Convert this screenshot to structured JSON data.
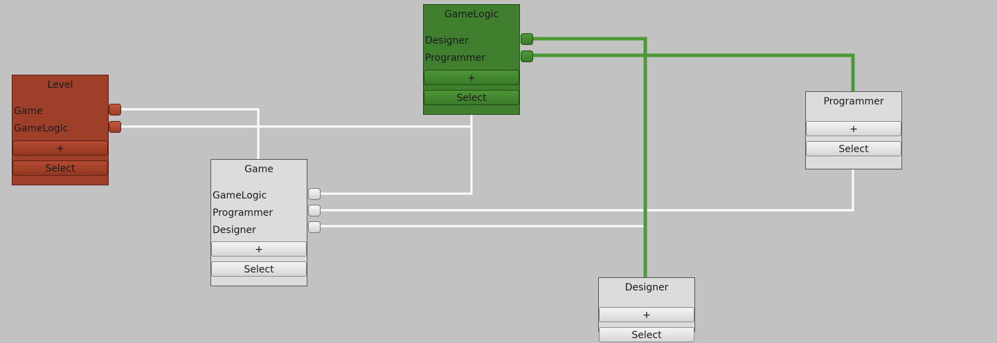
{
  "colors": {
    "background": "#c2c2c2",
    "wire_white": "#ffffff",
    "wire_green": "#4d9a35",
    "node_red": "#9e3f2a",
    "node_green": "#3f7f2e",
    "node_gray": "#dcdcdc"
  },
  "nodes": {
    "level": {
      "title": "Level",
      "fields": [
        "Game",
        "GameLogic"
      ],
      "add_label": "+",
      "select_label": "Select"
    },
    "gamelogic": {
      "title": "GameLogic",
      "fields": [
        "Designer",
        "Programmer"
      ],
      "add_label": "+",
      "select_label": "Select"
    },
    "game": {
      "title": "Game",
      "fields": [
        "GameLogic",
        "Programmer",
        "Designer"
      ],
      "add_label": "+",
      "select_label": "Select"
    },
    "programmer": {
      "title": "Programmer",
      "add_label": "+",
      "select_label": "Select"
    },
    "designer": {
      "title": "Designer",
      "add_label": "+",
      "select_label": "Select"
    }
  }
}
